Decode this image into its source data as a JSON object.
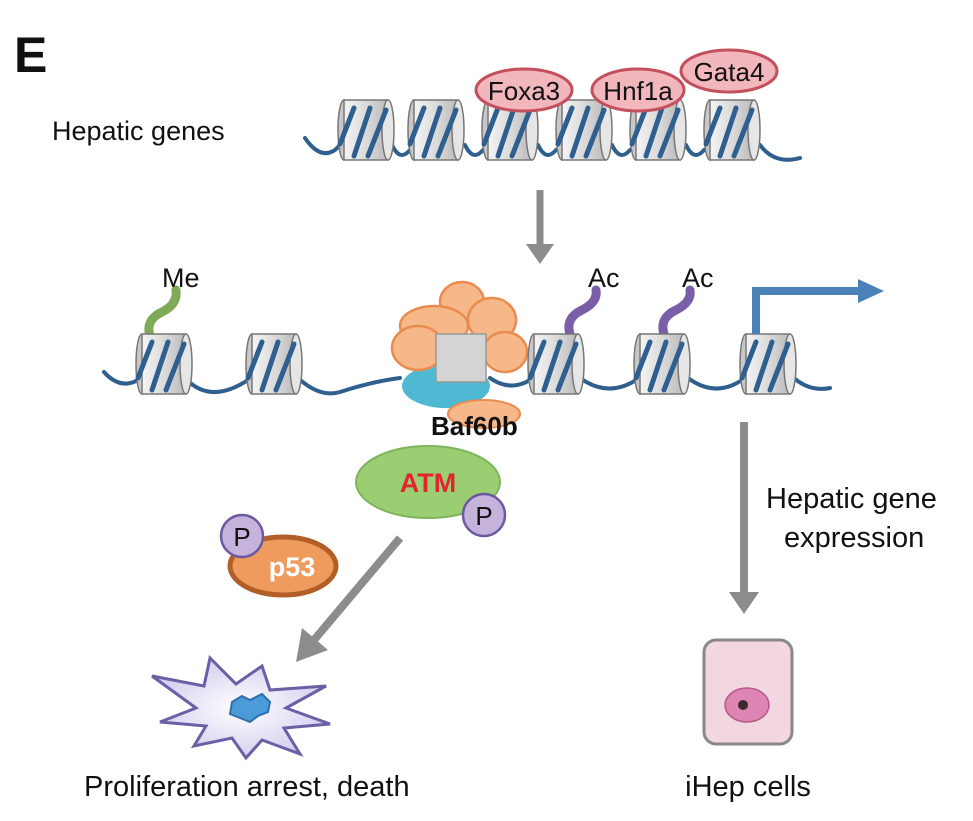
{
  "panel_letter": "E",
  "labels": {
    "hepatic_genes": "Hepatic genes",
    "me": "Me",
    "ac_1": "Ac",
    "ac_2": "Ac",
    "baf60b": "Baf60b",
    "atm": "ATM",
    "p_atm": "P",
    "p_p53": "P",
    "p53": "p53",
    "expression_line1": "Hepatic gene",
    "expression_line2": "expression",
    "outcome_left": "Proliferation arrest, death",
    "outcome_right": "iHep cells"
  },
  "factors": [
    "Foxa3",
    "Hnf1a",
    "Gata4"
  ],
  "colors": {
    "dna": "#2e5f8e",
    "nucleosome_fill": "#d9d9d9",
    "factor_fill": "#f2b6bd",
    "factor_stroke": "#c4505e",
    "methyl": "#7faa58",
    "acetyl": "#7a5ea8",
    "remodeler": "#f6b888",
    "remodeler_stroke": "#e98c4f",
    "cyan_base": "#4fb9d3",
    "atm_fill": "#9bce73",
    "atm_text": "#e0262c",
    "phospho_fill": "#c5b3dc",
    "phospho_stroke": "#6c5aa0",
    "p53_fill": "#ee9b5d",
    "p53_stroke": "#b25e28",
    "arrow_gray": "#8c8c8c",
    "tss_arrow": "#4a82b8",
    "burst_fill": "#d5ccee",
    "burst_stroke": "#6b5fa6",
    "cell_fill": "#f2d6e0",
    "cell_stroke": "#888888",
    "nucleus_fill": "#de85b4"
  }
}
